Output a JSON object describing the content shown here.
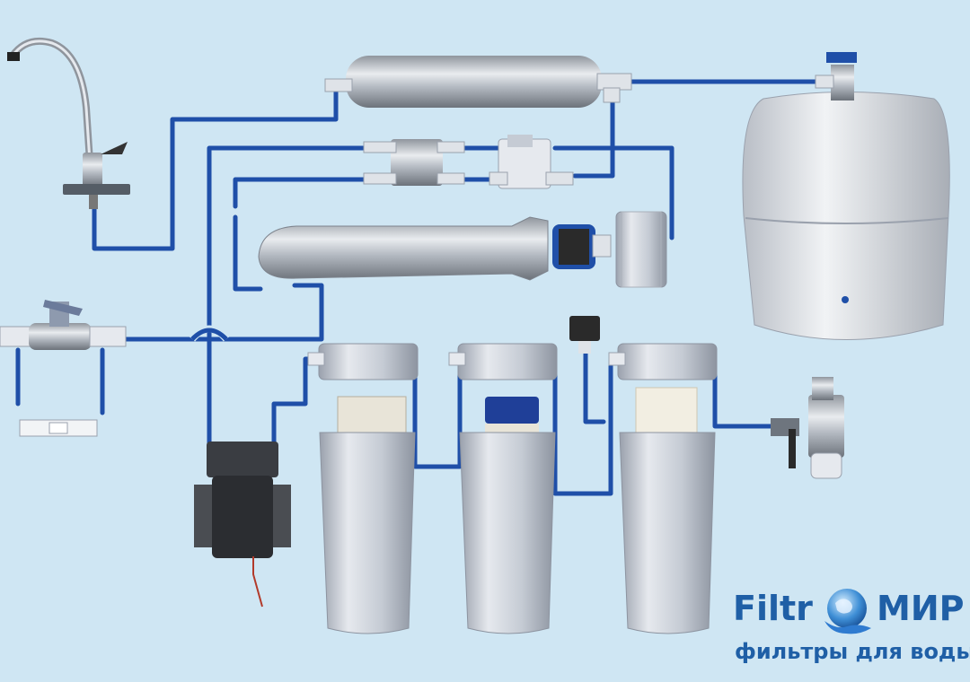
{
  "logo": {
    "word_left": "Filtr",
    "word_right": "МИР",
    "tagline": "фильтры для воды",
    "globe_icon": "globe-water-splash-icon"
  },
  "colors": {
    "background": "#cfe6f3",
    "pipe": "#1f4fa8",
    "housing": "#c4cbd6",
    "tank": "#d9dde3",
    "logo": "#1f5fa6"
  },
  "components": {
    "faucet": "faucet-icon",
    "post_carbon_filter": "inline-filter-icon",
    "storage_tank": "pressure-tank-icon",
    "flow_restrictor": "restrictor-icon",
    "shutoff_valve": "auto-shutoff-valve-icon",
    "membrane_housing": "ro-membrane-housing-icon",
    "membrane_cap": "membrane-cap-icon",
    "inlet_valve": "ball-valve-icon",
    "drain_clamp": "drain-saddle-icon",
    "booster_pump": "booster-pump-icon",
    "check_valve": "check-valve-icon",
    "prefilters": [
      "sediment-filter-icon",
      "carbon-block-filter-icon",
      "pp-filter-icon"
    ],
    "drain_valve": "drain-valve-icon"
  }
}
